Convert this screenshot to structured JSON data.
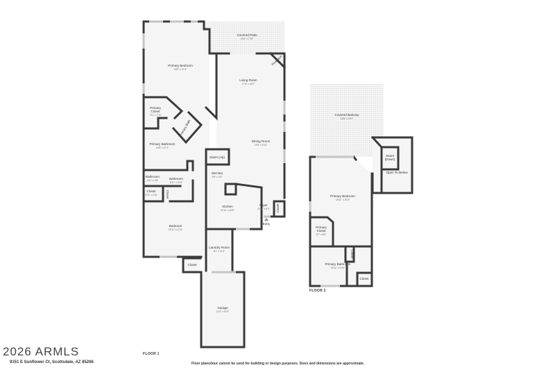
{
  "watermark": "2026 ARMLS",
  "address": "9151 E Sunflower Ct, Scottsdale, AZ 85266",
  "disclaimer": "Floor plans/tour cannot be used for building or design purposes. Sizes and dimensions are approximate.",
  "floors": [
    {
      "label": "FLOOR 1",
      "rooms": [
        {
          "name": "Covered Patio",
          "dims": "20'0\" x 7'10\""
        },
        {
          "name": "Fireplace",
          "dims": ""
        },
        {
          "name": "Primary Bedroom",
          "dims": "18'9\" x 27'4\""
        },
        {
          "name": "Living Room",
          "dims": "17'6\" x 16'2\""
        },
        {
          "name": "Primary Closet",
          "dims": "7'11\" x 7'11\""
        },
        {
          "name": "Primary Bath",
          "dims": "6'0\" x 6'6\""
        },
        {
          "name": "Primary Bathroom",
          "dims": "10'8\" x 17'4\""
        },
        {
          "name": "Dining Room",
          "dims": "13'9\" x 9'10\""
        },
        {
          "name": "Stairs (Up)",
          "dims": ""
        },
        {
          "name": "Wet Bar",
          "dims": "6'9\" x 4'9\""
        },
        {
          "name": "Bathroom",
          "dims": "4'11\" x 2'8\""
        },
        {
          "name": "Bathroom",
          "dims": "6'11\" x 10'8\""
        },
        {
          "name": "Closet",
          "dims": "2'10\" x 2'10\""
        },
        {
          "name": "Closet",
          "dims": ""
        },
        {
          "name": "Kitchen",
          "dims": "11'11\" x 10'6\""
        },
        {
          "name": "Foyer",
          "dims": "11'11\" x 6'3\""
        },
        {
          "name": "Closet",
          "dims": ""
        },
        {
          "name": "Entry",
          "dims": ""
        },
        {
          "name": "Bedroom",
          "dims": "15'11\" x 17'8\""
        },
        {
          "name": "Laundry Room",
          "dims": "8'1\" x 11'2\""
        },
        {
          "name": "Closet",
          "dims": ""
        },
        {
          "name": "Garage",
          "dims": "11'0\" x 19'4\""
        }
      ]
    },
    {
      "label": "FLOOR 2",
      "rooms": [
        {
          "name": "Covered Balcony",
          "dims": "18'8\" x 18'1\""
        },
        {
          "name": "Stairs (Down)",
          "dims": ""
        },
        {
          "name": "Open To Below",
          "dims": ""
        },
        {
          "name": "Primary Bedroom",
          "dims": "15'11\" x 20'3\""
        },
        {
          "name": "Primary Closet",
          "dims": "5'7\" x 8'9\""
        },
        {
          "name": "Closet",
          "dims": ""
        },
        {
          "name": "Primary Bathroom",
          "dims": "15'11\" x 9'10\""
        },
        {
          "name": "Closet",
          "dims": ""
        }
      ]
    }
  ],
  "colors": {
    "wall": "#3a3a3a",
    "floor": "#f5f5f5",
    "window": "#c4c4c4",
    "text": "#333333"
  }
}
